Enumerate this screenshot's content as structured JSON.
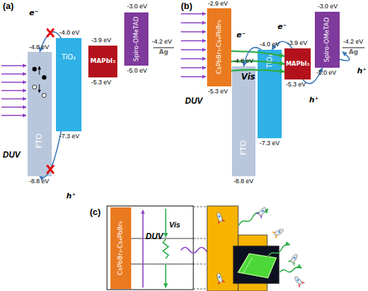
{
  "diagram": {
    "nodes": [
      {
        "text": [
          "FTO"
        ]
      },
      {
        "text": [
          "TiO₂"
        ]
      },
      {
        "text": [
          "MAPbI₃"
        ]
      },
      {
        "text": [
          "Spiro-OMeTAD"
        ]
      },
      {
        "text": [
          "Ag"
        ]
      },
      {
        "text": [
          "CsPbBr₃-Cs₄PbBr₆"
        ]
      },
      {
        "text": [
          "FTO"
        ]
      },
      {
        "text": [
          "TiO₂"
        ]
      },
      {
        "text": [
          "MAPbI₃"
        ]
      },
      {
        "text": [
          "Spiro-OMeTAD"
        ]
      },
      {
        "text": [
          "Ag"
        ]
      },
      {
        "text": [
          "CsPbBr₃-Cs₄PbBr₆"
        ]
      }
    ],
    "edges": [
      {
        "from": 1,
        "to": 0,
        "label": "e⁻",
        "arrow": "to"
      },
      {
        "from": 1,
        "to": 0,
        "label": "h⁺",
        "arrow": "to"
      },
      {
        "from": 5,
        "to": 8,
        "arrow": "to"
      },
      {
        "from": 5,
        "to": 8,
        "label": "Vis",
        "arrow": "to"
      },
      {
        "from": 5,
        "to": 8,
        "arrow": "to"
      },
      {
        "from": 8,
        "to": 7,
        "label": "e⁻",
        "arrow": "to"
      },
      {
        "from": 7,
        "to": 6,
        "label": "e⁻",
        "arrow": "to"
      },
      {
        "from": 8,
        "to": 9,
        "label": "h⁺",
        "arrow": "to"
      },
      {
        "from": 9,
        "to": 10,
        "label": "h⁺",
        "arrow": "to"
      }
    ],
    "labels": [
      "(a)",
      "DUV",
      "-4.8 eV",
      "-8.8 eV",
      "-4.0 eV",
      "-7.3 eV",
      "-3.9 eV",
      "-5.3 eV",
      "-3.0 eV",
      "-5.0 eV",
      "-4.2 eV",
      "(b)",
      "-2.9 eV",
      "-5.3 eV",
      "DUV",
      "-4.8 eV",
      "-8.8 eV",
      "-4.0 eV",
      "-7.3 eV",
      "-3.9 eV",
      "-5.3 eV",
      "-3.0 eV",
      "-5.0 eV",
      "-4.2 eV",
      "(c)",
      "DUV",
      "Vis"
    ]
  }
}
